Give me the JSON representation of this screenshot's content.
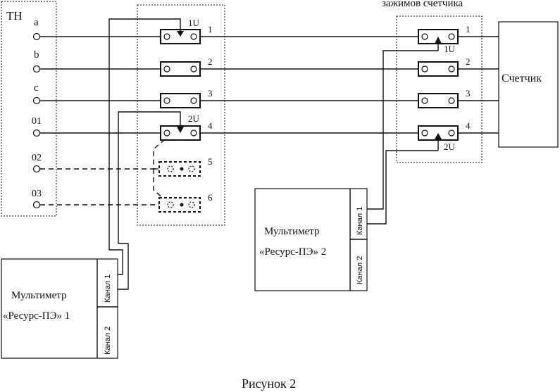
{
  "tn_label": "ТН",
  "tn_terminals": [
    "a",
    "b",
    "c",
    "01",
    "02",
    "03"
  ],
  "block1_numbers": [
    "1",
    "2",
    "3",
    "4",
    "5",
    "6"
  ],
  "block1_markers": [
    "1U",
    "2U"
  ],
  "block2_title_fragment": "зажимов счетчика",
  "block2_numbers": [
    "1",
    "2",
    "3",
    "4"
  ],
  "block2_markers": [
    "1U",
    "2U"
  ],
  "meter_label": "Счетчик",
  "multimeter1": {
    "line1": "Мультиметр",
    "line2": "«Ресурс-ПЭ» 1",
    "channel1": "Канал 1",
    "channel2": "Канал 2"
  },
  "multimeter2": {
    "line1": "Мультиметр",
    "line2": "«Ресурс-ПЭ» 2",
    "channel1": "Канал 1",
    "channel2": "Канал 2"
  },
  "caption": "Рисунок 2"
}
